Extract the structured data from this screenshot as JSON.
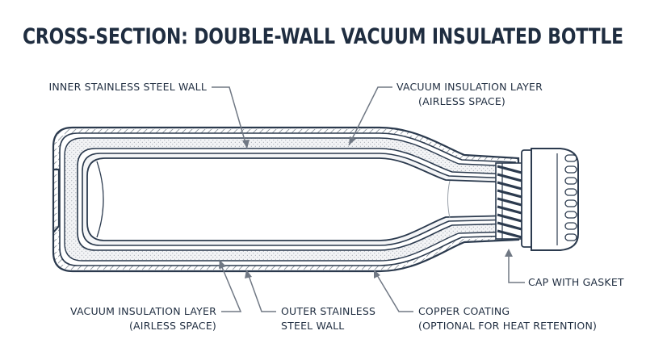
{
  "title": "CROSS-SECTION: DOUBLE-WALL VACUUM INSULATED BOTTLE",
  "labels": {
    "inner_wall": "INNER STAINLESS STEEL WALL",
    "vacuum_top_line1": "VACUUM INSULATION LAYER",
    "vacuum_top_line2": "(AIRLESS SPACE)",
    "cap": "CAP WITH GASKET",
    "vacuum_bottom_line1": "VACUUM INSULATION LAYER",
    "vacuum_bottom_line2": "(AIRLESS SPACE)",
    "outer_wall_line1": "OUTER STAINLESS",
    "outer_wall_line2": "STEEL WALL",
    "copper_line1": "COPPER COATING",
    "copper_line2": "(OPTIONAL FOR HEAT RETENTION)"
  },
  "colors": {
    "ink": "#1f2d40",
    "outline": "#2b3a4e",
    "vacuum_fill": "#f1f2f4",
    "leader": "#707884",
    "background": "#ffffff"
  }
}
